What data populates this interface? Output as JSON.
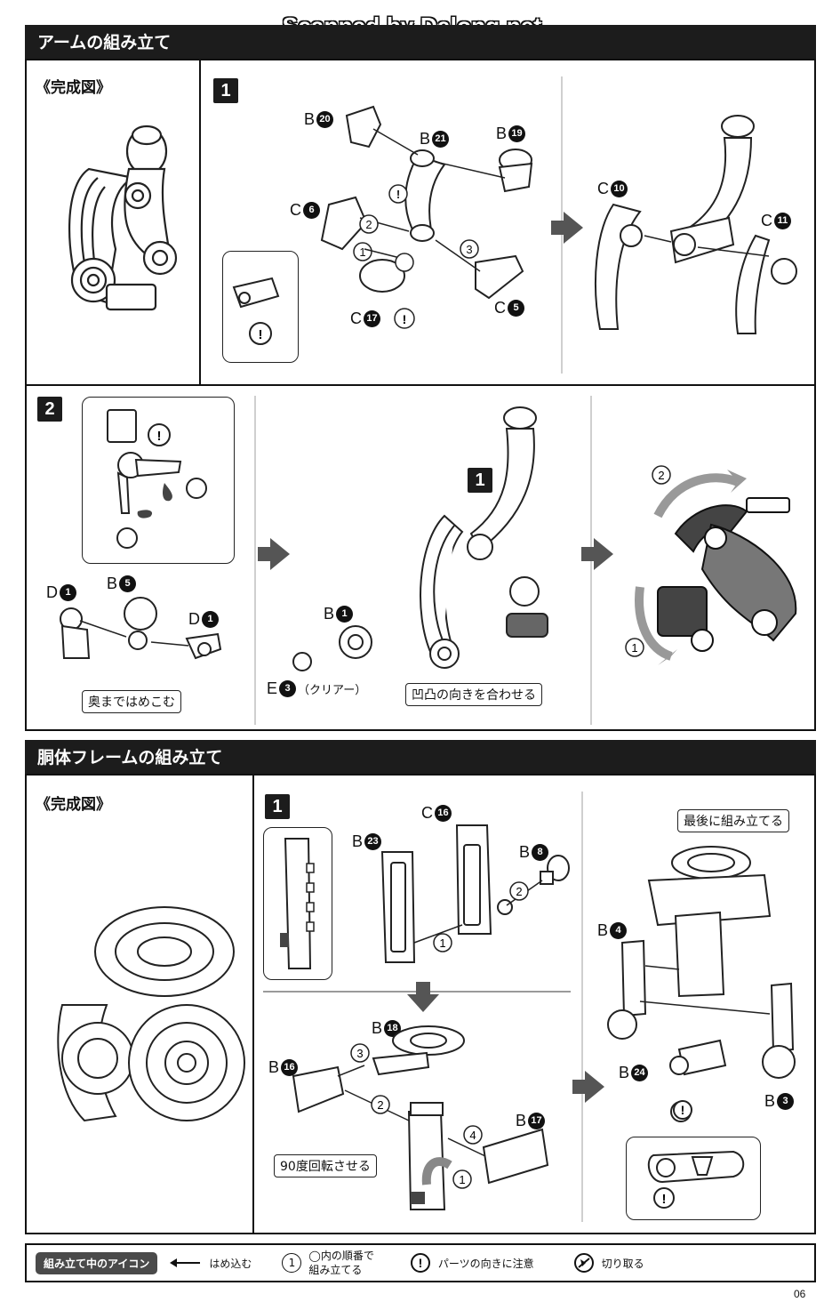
{
  "watermark": "Scanned by Dalong.net",
  "arm_section": {
    "title": "アームの組み立て",
    "completed_label": "《完成図》",
    "step1": {
      "number": "1",
      "parts": {
        "b20": {
          "letter": "B",
          "num": "20"
        },
        "b21": {
          "letter": "B",
          "num": "21"
        },
        "b19": {
          "letter": "B",
          "num": "19"
        },
        "c6": {
          "letter": "C",
          "num": "6"
        },
        "c17": {
          "letter": "C",
          "num": "17"
        },
        "c5": {
          "letter": "C",
          "num": "5"
        },
        "c10": {
          "letter": "C",
          "num": "10"
        },
        "c11": {
          "letter": "C",
          "num": "11"
        }
      },
      "order": [
        "1",
        "2",
        "3"
      ]
    },
    "step2": {
      "number": "2",
      "parts": {
        "d1_left": {
          "letter": "D",
          "num": "1"
        },
        "b5": {
          "letter": "B",
          "num": "5"
        },
        "d1_right": {
          "letter": "D",
          "num": "1"
        },
        "b1": {
          "letter": "B",
          "num": "1"
        },
        "e3": {
          "letter": "E",
          "num": "3",
          "note": "（クリアー）"
        }
      },
      "callout_push": "奥まではめこむ",
      "callout_align": "凹凸の向きを合わせる",
      "ref_step": "1",
      "order": [
        "1",
        "2"
      ]
    }
  },
  "body_section": {
    "title": "胴体フレームの組み立て",
    "completed_label": "《完成図》",
    "step1": {
      "number": "1",
      "parts": {
        "b23": {
          "letter": "B",
          "num": "23"
        },
        "c16": {
          "letter": "C",
          "num": "16"
        },
        "b8": {
          "letter": "B",
          "num": "8"
        },
        "b18": {
          "letter": "B",
          "num": "18"
        },
        "b16": {
          "letter": "B",
          "num": "16"
        },
        "b17": {
          "letter": "B",
          "num": "17"
        },
        "b4": {
          "letter": "B",
          "num": "4"
        },
        "b24": {
          "letter": "B",
          "num": "24"
        },
        "b3": {
          "letter": "B",
          "num": "3"
        }
      },
      "callout_rotate": "90度回転させる",
      "callout_last": "最後に組み立てる",
      "order": [
        "1",
        "2",
        "3",
        "4"
      ]
    }
  },
  "legend": {
    "tag": "組み立て中のアイコン",
    "push_in": "はめ込む",
    "order_line1": "◯内の順番で",
    "order_line2": "組み立てる",
    "order_icon": "1",
    "caution": "パーツの向きに注意",
    "cut": "切り取る"
  },
  "page_number": "06"
}
